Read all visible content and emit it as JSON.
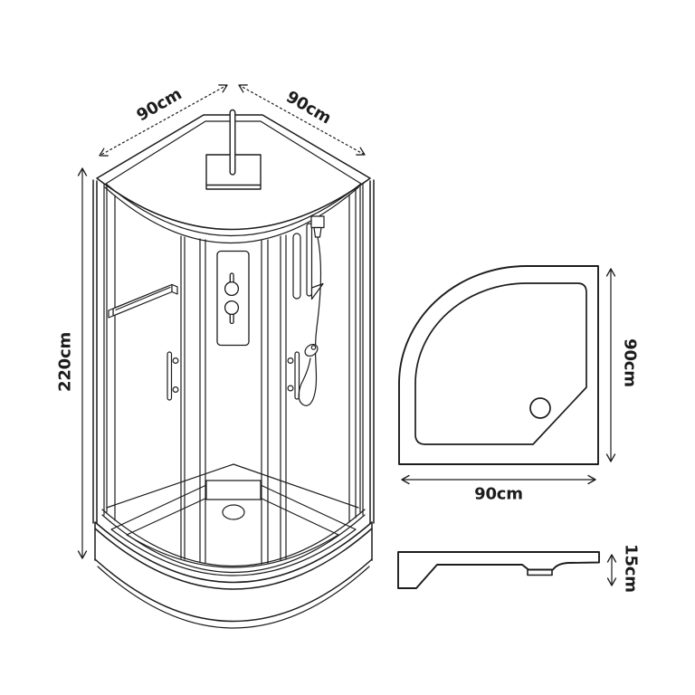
{
  "canvas": {
    "background": "#ffffff",
    "line_color": "#1c1c1c"
  },
  "views": {
    "isometric": {
      "labels": {
        "width_left": "90cm",
        "width_right": "90cm",
        "height": "220cm"
      }
    },
    "tray_top": {
      "labels": {
        "depth": "90cm",
        "width": "90cm"
      }
    },
    "tray_side": {
      "labels": {
        "height": "15cm"
      }
    }
  }
}
